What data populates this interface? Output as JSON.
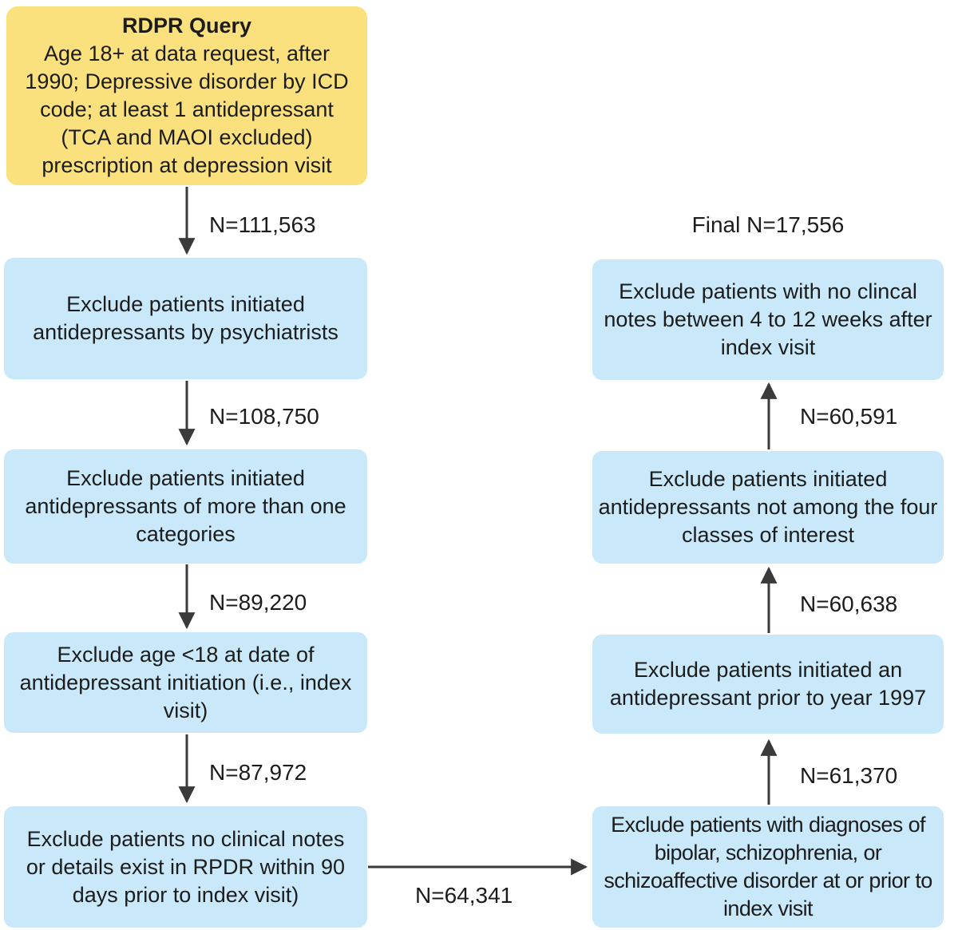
{
  "flowchart": {
    "start": {
      "title": "RDPR Query",
      "body": "Age 18+ at data request, after 1990; Depressive disorder by ICD code; at least 1 antidepressant (TCA and MAOI excluded) prescription at depression visit"
    },
    "final_label": "Final N=17,556",
    "left_column": [
      "Exclude patients initiated antidepressants by psychiatrists",
      "Exclude patients initiated antidepressants of more than one categories",
      "Exclude age <18 at date of antidepressant initiation (i.e., index visit)",
      "Exclude patients no clinical notes or details  exist in RPDR within 90 days prior to index visit)"
    ],
    "right_column": [
      "Exclude patients with no clincal notes between 4 to 12 weeks after index visit",
      "Exclude patients initiated antidepressants not among the four classes of interest",
      "Exclude patients initiated an antidepressant prior to year 1997",
      "Exclude patients with diagnoses of bipolar, schizophrenia, or schizoaffective disorder at or prior to index visit"
    ],
    "edge_labels": {
      "query_to_l1": "N=111,563",
      "l1_to_l2": "N=108,750",
      "l2_to_l3": "N=89,220",
      "l3_to_l4": "N=87,972",
      "l4_to_r4": "N=64,341",
      "r4_to_r3": "N=61,370",
      "r3_to_r2": "N=60,638",
      "r2_to_r1": "N=60,591"
    }
  },
  "colors": {
    "start_box": "#FBE17E",
    "exclusion_box": "#C9E9FA",
    "arrow": "#3a3a3a",
    "text": "#1c1c1c",
    "background": "#ffffff"
  }
}
